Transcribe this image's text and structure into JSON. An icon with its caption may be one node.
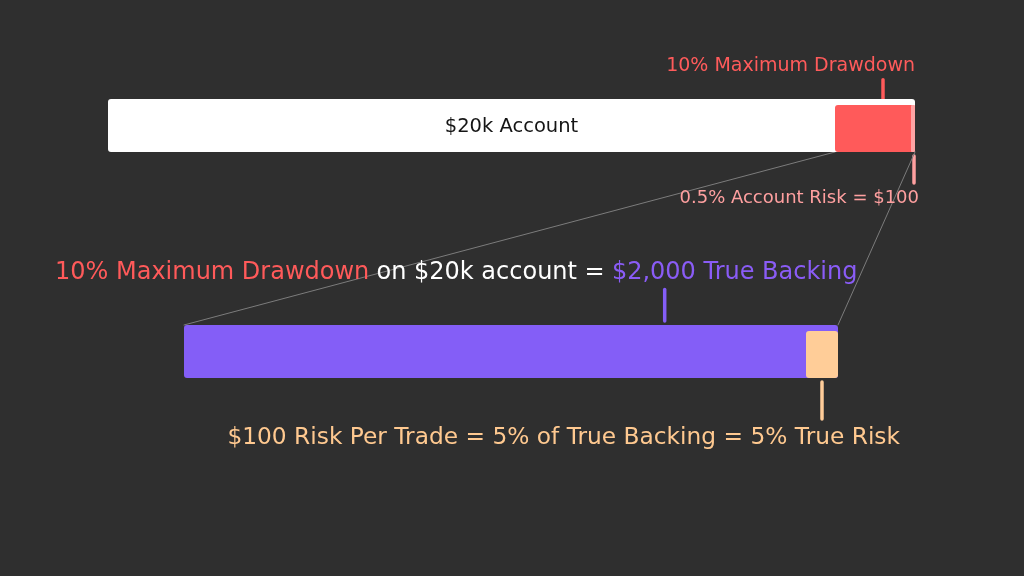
{
  "diagram": {
    "nodes": [
      {
        "text": [
          "10% Maximum Drawdown"
        ]
      },
      {
        "text": [
          "$20k Account"
        ]
      },
      {
        "text": [],
        "shape": "bar",
        "in": 1
      },
      {
        "text": [],
        "shape": "bar",
        "in": 2
      },
      {
        "text": [
          "0.5% Account Risk = $100"
        ]
      },
      {
        "text": [
          "10% Maximum Drawdown",
          "on $20k account =",
          "$2,000 True Backing"
        ]
      },
      {
        "text": [],
        "shape": "bar"
      },
      {
        "text": [],
        "shape": "bar",
        "in": 6
      },
      {
        "text": [
          "$100 Risk Per Trade = 5% of True Backing = 5% True Risk"
        ]
      }
    ],
    "edges": [
      {
        "from": 0,
        "to": 2,
        "arrow": "none",
        "color": "#ff5a5a"
      },
      {
        "from": 4,
        "to": 3,
        "arrow": "none",
        "color": "#ffa0a0"
      },
      {
        "from": 5,
        "to": 6,
        "arrow": "none",
        "color": "#845ef7"
      },
      {
        "from": 8,
        "to": 7,
        "arrow": "none",
        "color": "#ffcc99"
      },
      {
        "from": 2,
        "to": 6,
        "arrow": "none"
      },
      {
        "from": 2,
        "to": 6,
        "arrow": "none"
      }
    ]
  }
}
